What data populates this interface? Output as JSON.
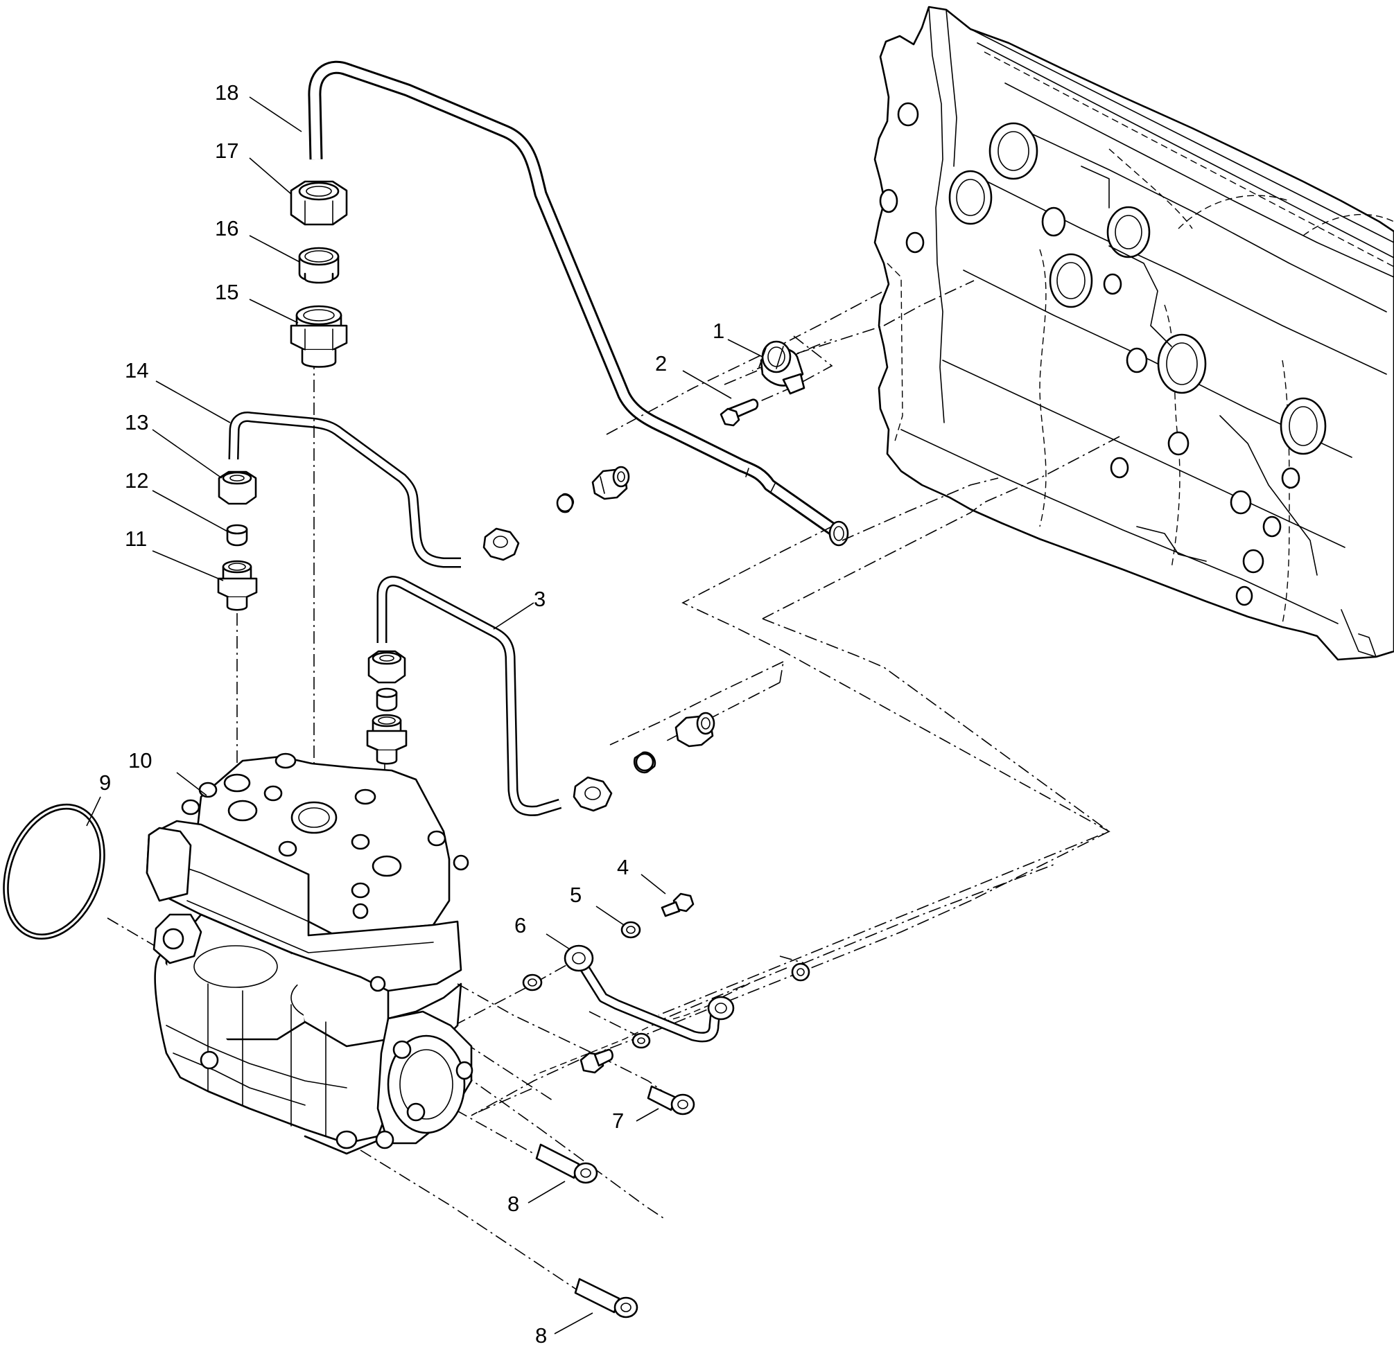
{
  "diagram": {
    "callouts": [
      {
        "id": "c1",
        "label": "1"
      },
      {
        "id": "c2",
        "label": "2"
      },
      {
        "id": "c3",
        "label": "3"
      },
      {
        "id": "c4",
        "label": "4"
      },
      {
        "id": "c5",
        "label": "5"
      },
      {
        "id": "c6",
        "label": "6"
      },
      {
        "id": "c7",
        "label": "7"
      },
      {
        "id": "c8a",
        "label": "8"
      },
      {
        "id": "c8b",
        "label": "8"
      },
      {
        "id": "c9",
        "label": "9"
      },
      {
        "id": "c10",
        "label": "10"
      },
      {
        "id": "c11",
        "label": "11"
      },
      {
        "id": "c12",
        "label": "12"
      },
      {
        "id": "c13",
        "label": "13"
      },
      {
        "id": "c14",
        "label": "14"
      },
      {
        "id": "c15",
        "label": "15"
      },
      {
        "id": "c16",
        "label": "16"
      },
      {
        "id": "c17",
        "label": "17"
      },
      {
        "id": "c18",
        "label": "18"
      }
    ],
    "line_color": "#000000",
    "background_color": "#ffffff"
  }
}
